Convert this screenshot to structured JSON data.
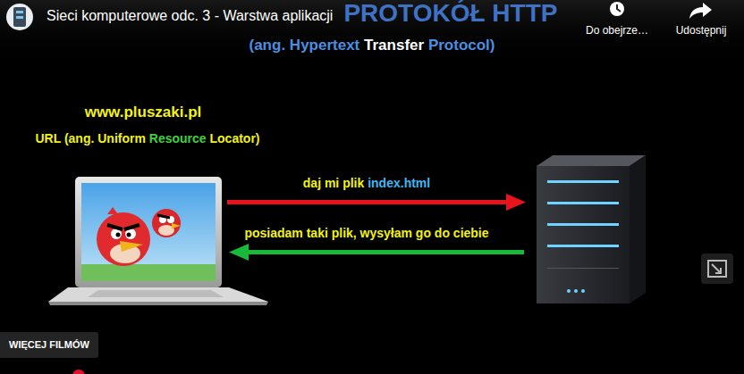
{
  "diagram": {
    "title": "PROTOKÓŁ HTTP",
    "labels": [
      "Sieci komputerowe odc. 3 - Warstwa aplikacji",
      "Do obejrze…",
      "Udostępnij",
      "(ang.",
      "Hypertext",
      "Transfer",
      "Protocol)",
      "www.pluszaki.pl",
      "URL (ang. Uniform",
      "Resource",
      "Locator)",
      "daj mi plik",
      "index.html",
      "posiadam taki plik, wysyłam go do ciebie",
      "WIĘCEJ FILMÓW"
    ]
  }
}
